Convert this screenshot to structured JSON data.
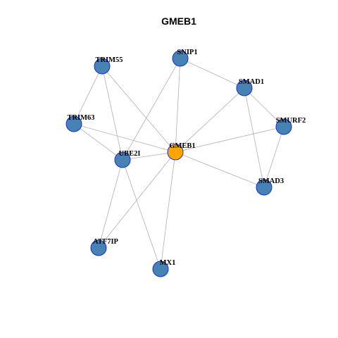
{
  "title": "GMEB1",
  "colors": {
    "node_fill": "#4682b4",
    "center_fill": "#ffa500",
    "node_stroke": "#1a2fd0",
    "edge": "#b0b0b0"
  },
  "nodes": [
    {
      "id": "GMEB1",
      "label": "GMEB1",
      "center": true
    },
    {
      "id": "SNIP1",
      "label": "SNIP1"
    },
    {
      "id": "TRIM55",
      "label": "TRIM55"
    },
    {
      "id": "SMAD1",
      "label": "SMAD1"
    },
    {
      "id": "TRIM63",
      "label": "TRIM63"
    },
    {
      "id": "SMURF2",
      "label": "SMURF2"
    },
    {
      "id": "UBE2I",
      "label": "UBE2I"
    },
    {
      "id": "SMAD3",
      "label": "SMAD3"
    },
    {
      "id": "ATF7IP",
      "label": "ATF7IP"
    },
    {
      "id": "MX1",
      "label": "MX1"
    }
  ],
  "edges": [
    [
      "TRIM55",
      "TRIM63"
    ],
    [
      "TRIM55",
      "UBE2I"
    ],
    [
      "TRIM55",
      "GMEB1"
    ],
    [
      "SNIP1",
      "UBE2I"
    ],
    [
      "SNIP1",
      "GMEB1"
    ],
    [
      "SNIP1",
      "SMAD1"
    ],
    [
      "SMAD1",
      "GMEB1"
    ],
    [
      "SMAD1",
      "SMURF2"
    ],
    [
      "SMAD1",
      "SMAD3"
    ],
    [
      "TRIM63",
      "UBE2I"
    ],
    [
      "TRIM63",
      "GMEB1"
    ],
    [
      "SMURF2",
      "GMEB1"
    ],
    [
      "SMURF2",
      "SMAD3"
    ],
    [
      "UBE2I",
      "GMEB1"
    ],
    [
      "UBE2I",
      "ATF7IP"
    ],
    [
      "UBE2I",
      "MX1"
    ],
    [
      "GMEB1",
      "SMAD3"
    ],
    [
      "GMEB1",
      "ATF7IP"
    ],
    [
      "GMEB1",
      "MX1"
    ]
  ]
}
